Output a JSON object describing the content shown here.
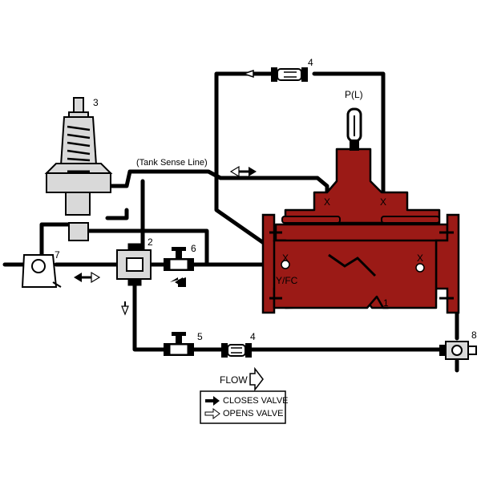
{
  "labels": {
    "item1": "1",
    "item2": "2",
    "item3": "3",
    "item4_top": "4",
    "item4_bottom": "4",
    "item5": "5",
    "item6": "6",
    "item7": "7",
    "item8": "8",
    "pilot_label": "P(L)",
    "tank_sense": "(Tank Sense Line)",
    "yfc": "Y/FC",
    "x_marks": [
      "X",
      "X",
      "X",
      "X"
    ],
    "flow": "FLOW"
  },
  "legend": {
    "closes": "CLOSES VALVE",
    "opens": "OPENS VALVE"
  },
  "colors": {
    "valve_body": "#9b1a16",
    "pipe": "#000000",
    "component": "#d9d9d9"
  }
}
